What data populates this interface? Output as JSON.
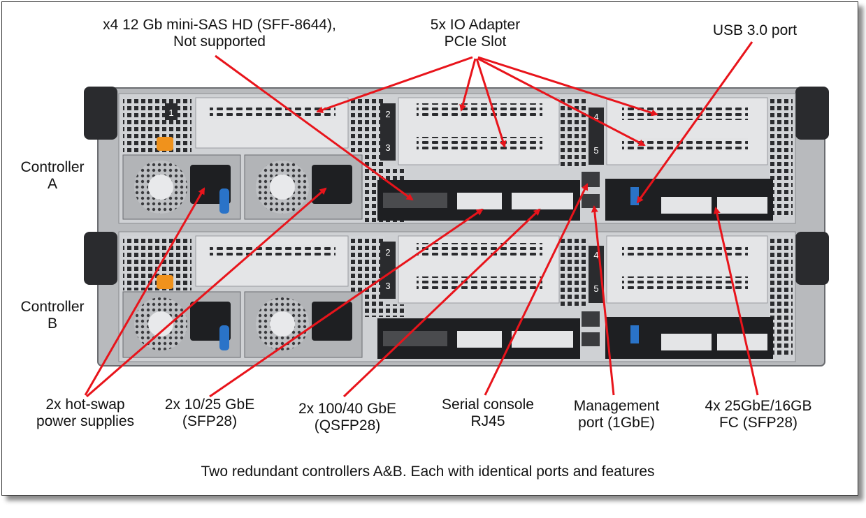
{
  "labels": {
    "sas": [
      "x4 12 Gb mini-SAS HD (SFF-8644),",
      "Not supported"
    ],
    "io_adapter": [
      "5x IO Adapter",
      "PCIe Slot"
    ],
    "usb": [
      "USB 3.0 port"
    ],
    "controller_a": [
      "Controller",
      "A"
    ],
    "controller_b": [
      "Controller",
      "B"
    ],
    "power_supplies": [
      "2x hot-swap",
      "power supplies"
    ],
    "sfp28_10_25": [
      "2x 10/25 GbE",
      "(SFP28)"
    ],
    "qsfp28": [
      "2x 100/40 GbE",
      "(QSFP28)"
    ],
    "serial": [
      "Serial console",
      "RJ45"
    ],
    "management": [
      "Management",
      "port (1GbE)"
    ],
    "fc": [
      "4x 25GbE/16GB",
      "FC (SFP28)"
    ]
  },
  "slot_numbers": {
    "a": [
      "1",
      "2",
      "3",
      "4",
      "5"
    ],
    "b": [
      "2",
      "3",
      "4",
      "5"
    ]
  },
  "caption": "Two redundant controllers A&B. Each with identical ports and features",
  "colors": {
    "arrow": "#e8141b",
    "chassis": "#c9cbce",
    "dark": "#1e1f22",
    "orange": "#f0921c",
    "blue_latch": "#2a73c8"
  }
}
